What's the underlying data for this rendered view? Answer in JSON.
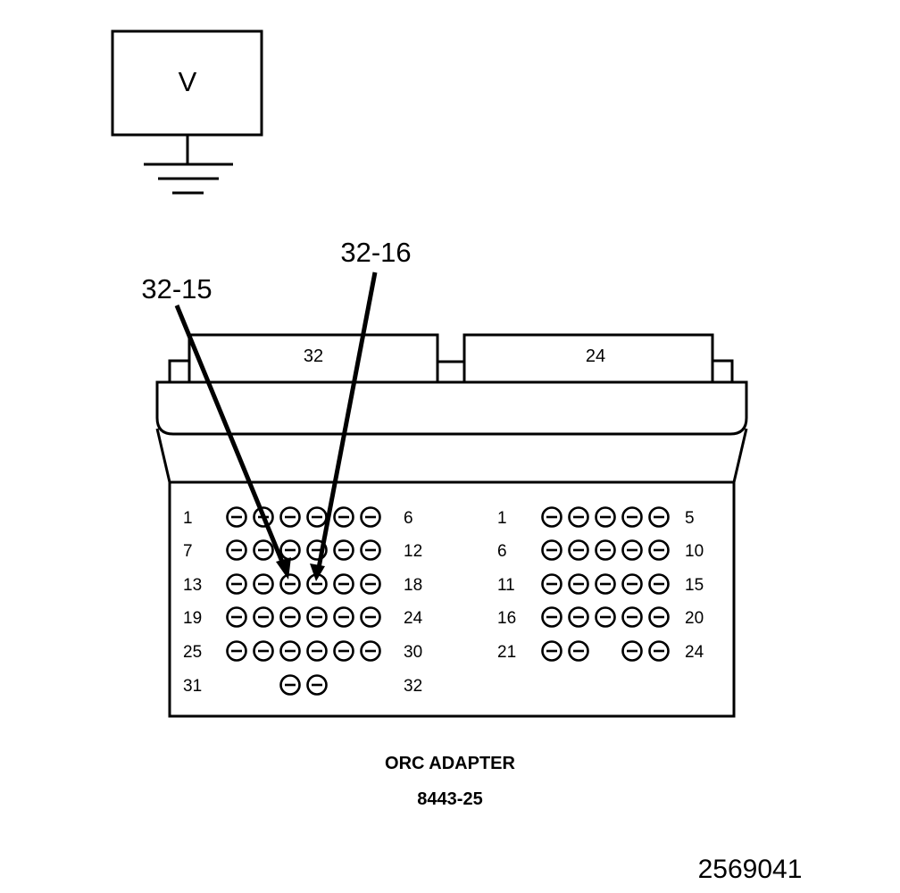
{
  "voltmeter": {
    "label": "V",
    "icon": "voltmeter-icon",
    "ground_icon": "ground-symbol-icon"
  },
  "callouts": [
    {
      "label": "32-15",
      "target_connector": "32",
      "target_pin": 15
    },
    {
      "label": "32-16",
      "target_connector": "32",
      "target_pin": 16
    }
  ],
  "connectors": [
    {
      "id": "32",
      "header_label": "32",
      "rows": [
        {
          "left": "1",
          "right": "6",
          "pins": [
            1,
            2,
            3,
            4,
            5,
            6
          ]
        },
        {
          "left": "7",
          "right": "12",
          "pins": [
            7,
            8,
            9,
            10,
            11,
            12
          ]
        },
        {
          "left": "13",
          "right": "18",
          "pins": [
            13,
            14,
            15,
            16,
            17,
            18
          ]
        },
        {
          "left": "19",
          "right": "24",
          "pins": [
            19,
            20,
            21,
            22,
            23,
            24
          ]
        },
        {
          "left": "25",
          "right": "30",
          "pins": [
            25,
            26,
            27,
            28,
            29,
            30
          ]
        },
        {
          "left": "31",
          "right": "32",
          "pins": [
            31,
            32
          ]
        }
      ]
    },
    {
      "id": "24",
      "header_label": "24",
      "rows": [
        {
          "left": "1",
          "right": "5",
          "pins": [
            1,
            2,
            3,
            4,
            5
          ]
        },
        {
          "left": "6",
          "right": "10",
          "pins": [
            6,
            7,
            8,
            9,
            10
          ]
        },
        {
          "left": "11",
          "right": "15",
          "pins": [
            11,
            12,
            13,
            14,
            15
          ]
        },
        {
          "left": "16",
          "right": "20",
          "pins": [
            16,
            17,
            18,
            19,
            20
          ]
        },
        {
          "left": "21",
          "right": "24",
          "pins": [
            21,
            22,
            23,
            24
          ]
        }
      ]
    }
  ],
  "caption": {
    "title": "ORC ADAPTER",
    "part_number": "8443-25"
  },
  "figure_id": "2569041"
}
